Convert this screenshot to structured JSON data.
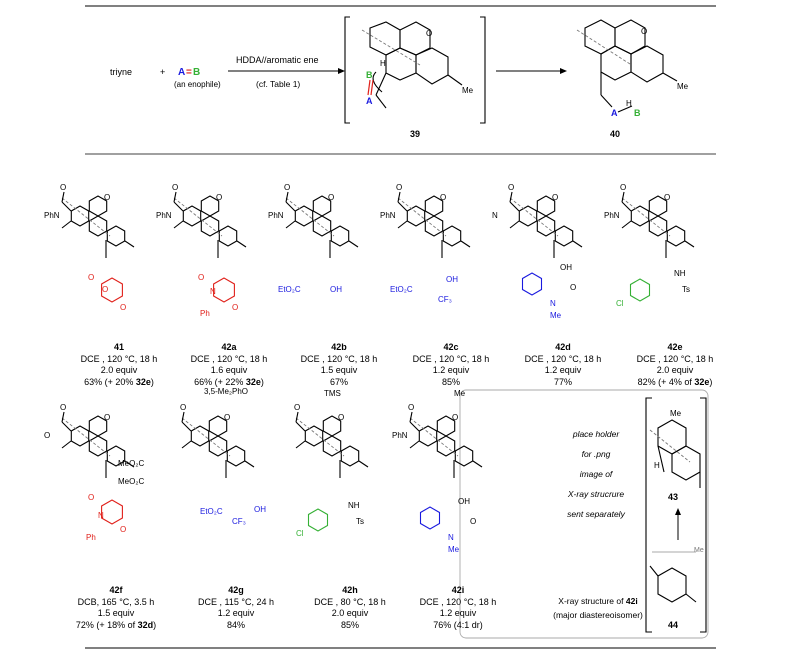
{
  "scheme": {
    "triyne": "triyne",
    "plus": "+",
    "enophile_A": "A",
    "enophile_eq": "=",
    "enophile_B": "B",
    "enophile_note": "(an enophile)",
    "arrow_top": "HDDA//aromatic ene",
    "arrow_bottom": "(cf. Table 1)",
    "intermediate": "39",
    "product": "40",
    "me": "Me"
  },
  "entries": [
    {
      "id": "41",
      "cond": "DCE , 120 °C, 18 h",
      "equiv": "2.0 equiv",
      "yield_a": "63% (+ 20% ",
      "yield_b": "32e",
      "yield_c": ")"
    },
    {
      "id": "42a",
      "cond": "DCE , 120 °C, 18 h",
      "equiv": "1.6 equiv",
      "yield_a": "66% (+ 22% ",
      "yield_b": "32e",
      "yield_c": ")"
    },
    {
      "id": "42b",
      "cond": "DCE , 120 °C, 18 h",
      "equiv": "1.5 equiv",
      "yield_a": "67%",
      "yield_b": "",
      "yield_c": ""
    },
    {
      "id": "42c",
      "cond": "DCE , 120 °C, 18 h",
      "equiv": "1.2 equiv",
      "yield_a": "85%",
      "yield_b": "",
      "yield_c": ""
    },
    {
      "id": "42d",
      "cond": "DCE , 120 °C, 18 h",
      "equiv": "1.2 equiv",
      "yield_a": "77%",
      "yield_b": "",
      "yield_c": ""
    },
    {
      "id": "42e",
      "cond": "DCE , 120 °C, 18 h",
      "equiv": "2.0 equiv",
      "yield_a": "82% (+ 4% of ",
      "yield_b": "32e",
      "yield_c": ")"
    },
    {
      "id": "42f",
      "cond": "DCB, 165 °C, 3.5 h",
      "equiv": "1.5 equiv",
      "yield_a": "72% (+ 18% of ",
      "yield_b": "32d",
      "yield_c": ")"
    },
    {
      "id": "42g",
      "cond": "DCE , 115 °C, 24 h",
      "equiv": "1.2 equiv",
      "yield_a": "84%",
      "yield_b": "",
      "yield_c": ""
    },
    {
      "id": "42h",
      "cond": "DCE , 80 °C, 18 h",
      "equiv": "2.0 equiv",
      "yield_a": "85%",
      "yield_b": "",
      "yield_c": ""
    },
    {
      "id": "42i",
      "cond": "DCE , 120 °C, 18 h",
      "equiv": "1.2 equiv",
      "yield_a": "76% (4:1 dr)",
      "yield_b": "",
      "yield_c": ""
    }
  ],
  "placeholder": [
    "place holder",
    "for .png",
    "image of",
    "X-ray strucrure",
    "sent separately"
  ],
  "xray_caption_a": "X-ray structure of ",
  "xray_caption_b": "42i",
  "xray_caption_c": "(major diastereoisomer)",
  "bracket_labels": {
    "top": "43",
    "bottom": "44",
    "me": "Me",
    "h": "H"
  },
  "atom_labels": {
    "ph_n": "PhN",
    "o": "O",
    "n": "N",
    "ph": "Ph",
    "me": "Me",
    "eto2c": "EtO₂C",
    "oh": "OH",
    "cf3": "CF₃",
    "nh": "NH",
    "ts": "Ts",
    "cl": "Cl",
    "tms": "TMS",
    "meo2c": "MeO₂C",
    "arylether": "3,5-Me₂PhO",
    "h": "H"
  }
}
